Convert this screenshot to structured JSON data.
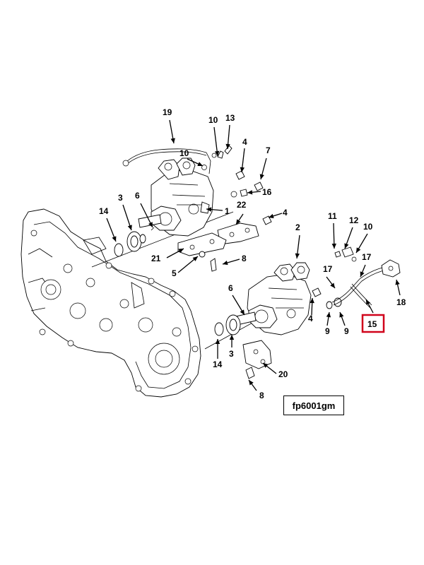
{
  "figure_id": "fp6001gm",
  "highlight_color": "#d0021b",
  "callouts": [
    {
      "key": "19",
      "label": "19"
    },
    {
      "key": "10a",
      "label": "10"
    },
    {
      "key": "13",
      "label": "13"
    },
    {
      "key": "10b",
      "label": "10"
    },
    {
      "key": "4a",
      "label": "4"
    },
    {
      "key": "7",
      "label": "7"
    },
    {
      "key": "16",
      "label": "16"
    },
    {
      "key": "3a",
      "label": "3"
    },
    {
      "key": "6a",
      "label": "6"
    },
    {
      "key": "14a",
      "label": "14"
    },
    {
      "key": "22",
      "label": "22"
    },
    {
      "key": "1",
      "label": "1"
    },
    {
      "key": "4b",
      "label": "4"
    },
    {
      "key": "21",
      "label": "21"
    },
    {
      "key": "5",
      "label": "5"
    },
    {
      "key": "8a",
      "label": "8"
    },
    {
      "key": "2",
      "label": "2"
    },
    {
      "key": "11",
      "label": "11"
    },
    {
      "key": "12",
      "label": "12"
    },
    {
      "key": "10c",
      "label": "10"
    },
    {
      "key": "17a",
      "label": "17"
    },
    {
      "key": "17b",
      "label": "17"
    },
    {
      "key": "18",
      "label": "18"
    },
    {
      "key": "6b",
      "label": "6"
    },
    {
      "key": "4c",
      "label": "4"
    },
    {
      "key": "9a",
      "label": "9"
    },
    {
      "key": "9b",
      "label": "9"
    },
    {
      "key": "15",
      "label": "15",
      "highlighted": true
    },
    {
      "key": "3b",
      "label": "3"
    },
    {
      "key": "14b",
      "label": "14"
    },
    {
      "key": "20",
      "label": "20"
    },
    {
      "key": "8b",
      "label": "8"
    }
  ]
}
